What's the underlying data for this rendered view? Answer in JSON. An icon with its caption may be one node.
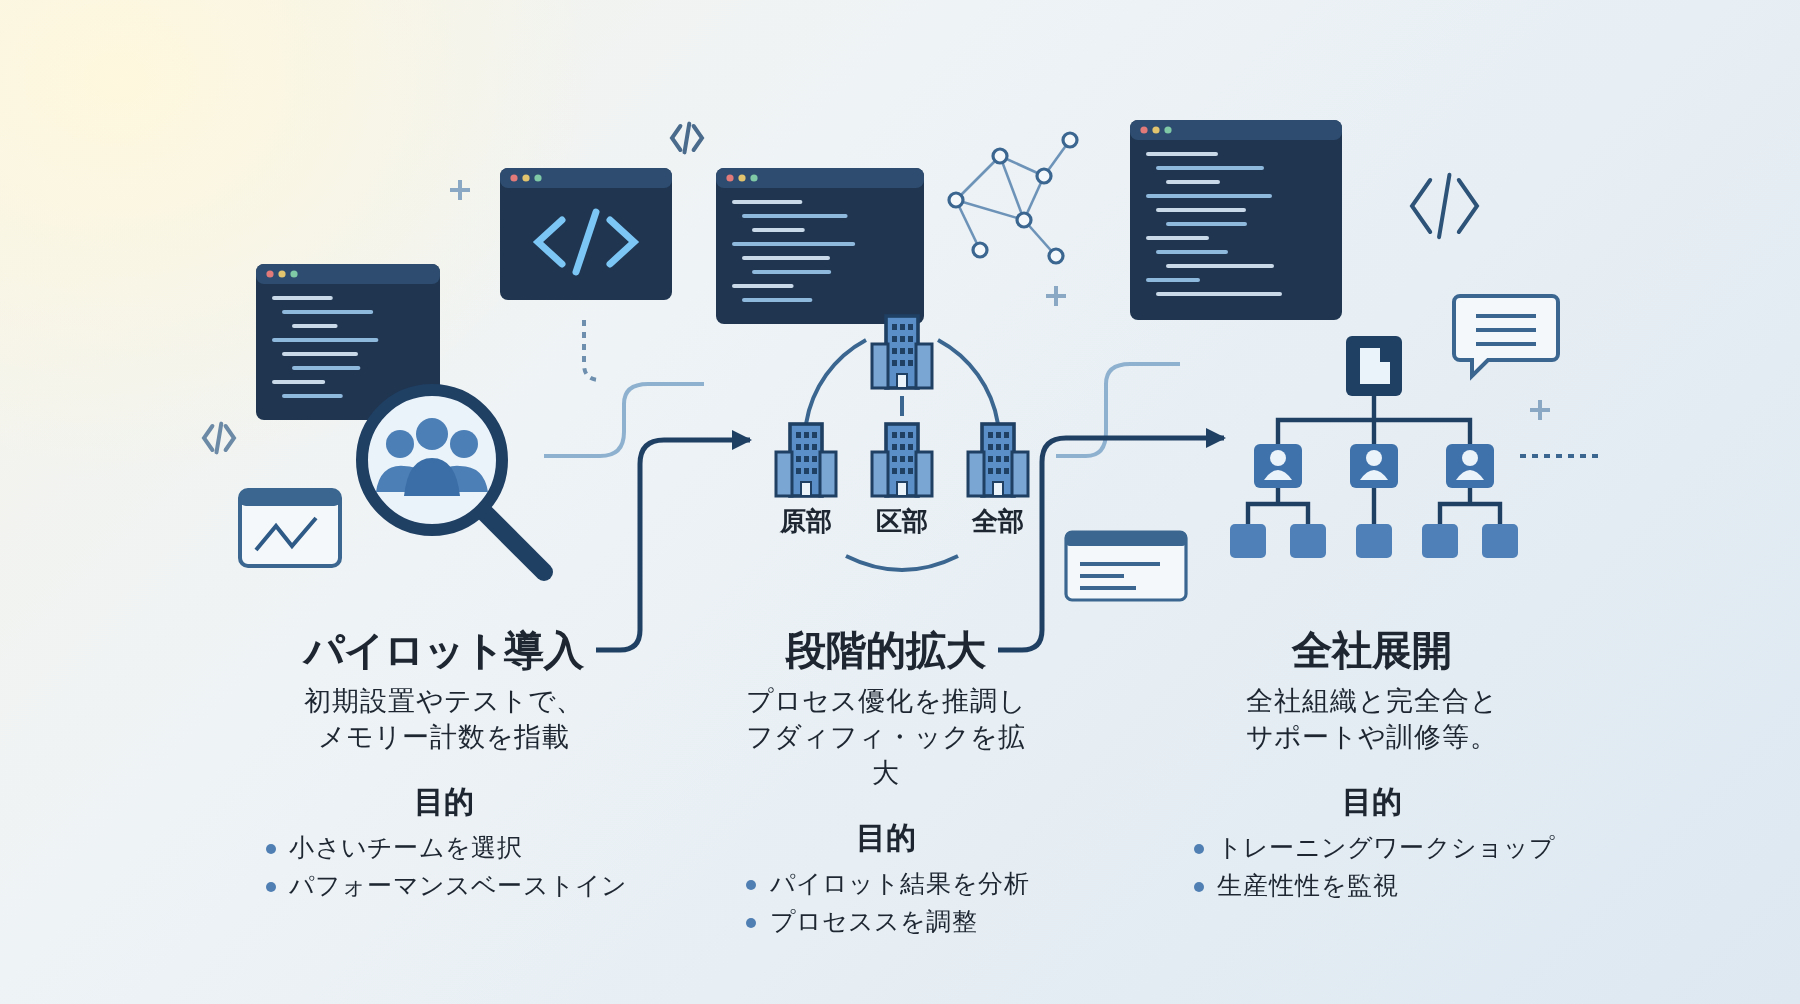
{
  "diagram": {
    "nodes": [
      {
        "text": [
          "パイロット導入",
          "初期設置やテストで、メモリー計数を指載",
          "目的",
          "小さいチームを選択",
          "パフォーマンスベーストイン"
        ]
      },
      {
        "text": [],
        "shape": "picture"
      },
      {
        "text": [
          "原部"
        ],
        "in": 1
      },
      {
        "text": [
          "区部"
        ],
        "in": 1
      },
      {
        "text": [
          "全部"
        ],
        "in": 1
      },
      {
        "text": [
          "段階的拡大",
          "プロセス優化を推調しフダィフィ・ックを拡大",
          "目的",
          "パイロット結果を分析",
          "プロセススを調整"
        ]
      },
      {
        "text": [],
        "shape": "picture"
      },
      {
        "text": [
          "全社展開",
          "全社組織と完全合とサポートや訓修等。",
          "目的",
          "トレーニングワークショップ",
          "生産性性を監視"
        ]
      }
    ],
    "edges": [
      {
        "from": 0,
        "to": 1,
        "arrow": "to"
      },
      {
        "from": 5,
        "to": 6,
        "arrow": "to"
      }
    ]
  }
}
